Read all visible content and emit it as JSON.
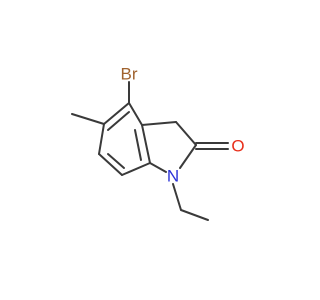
{
  "molecule": {
    "atoms": {
      "br": {
        "label": "Br",
        "color": "#a0622e"
      },
      "o": {
        "label": "O",
        "color": "#e8301c"
      },
      "n": {
        "label": "N",
        "color": "#2a32d8"
      }
    },
    "bond_color": "#3a3a3a",
    "background": "#ffffff"
  }
}
